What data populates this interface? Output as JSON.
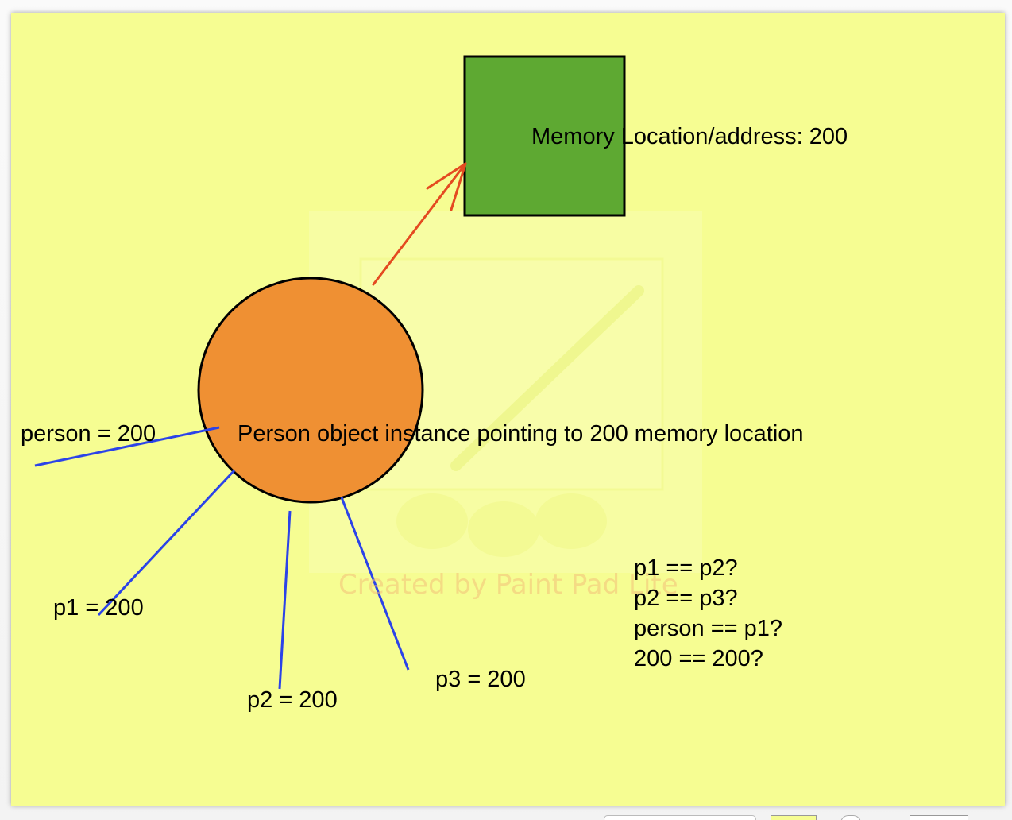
{
  "colors": {
    "canvas_background": "#f6fd92",
    "memory_square_fill": "#5ea932",
    "circle_fill": "#ef9033",
    "pointer_arrow": "#e44a20",
    "reference_lines": "#2b43e8",
    "watermark_text": "#f3c07a"
  },
  "diagram": {
    "memory_label": "Memory Location/address: 200",
    "object_label": "Person object instance pointing to 200 memory location",
    "references": [
      {
        "label": "person = 200"
      },
      {
        "label": "p1 = 200"
      },
      {
        "label": "p2 = 200"
      },
      {
        "label": "p3 = 200"
      }
    ],
    "questions": [
      "p1 == p2?",
      "p2 == p3?",
      "person == p1?",
      "200 == 200?"
    ],
    "watermark": "Created by Paint Pad Lite"
  },
  "toolbar": {
    "icons": [
      "color-swatch-icon",
      "eraser-icon",
      "fullscreen-icon"
    ]
  }
}
